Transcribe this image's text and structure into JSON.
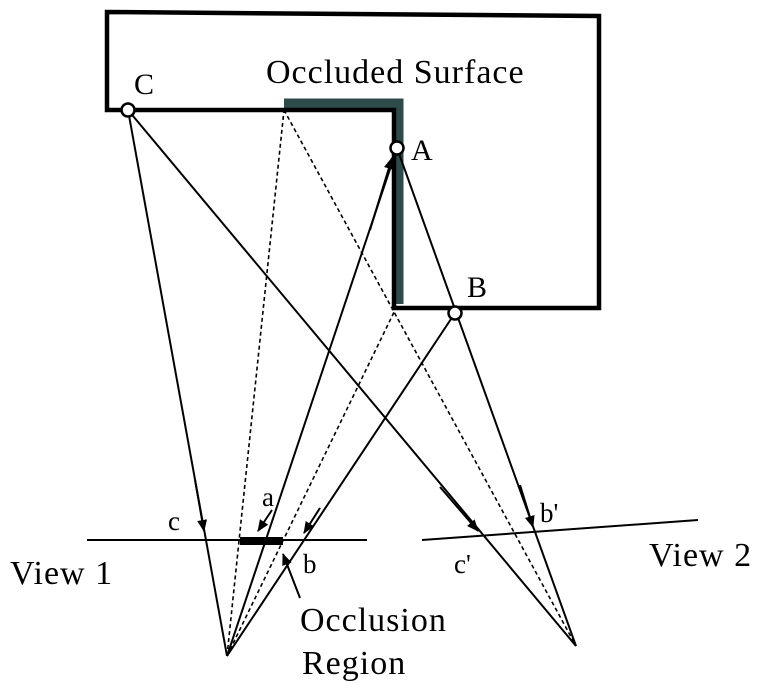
{
  "diagram": {
    "surface_label": "Occluded Surface",
    "points": {
      "A": "A",
      "B": "B",
      "C": "C"
    },
    "view1": {
      "label": "View 1",
      "projections": {
        "a": "a",
        "b": "b",
        "c": "c"
      }
    },
    "view2": {
      "label": "View 2",
      "projections": {
        "b": "b'",
        "c": "c'"
      }
    },
    "occlusion_region": {
      "line1": "Occlusion",
      "line2": "Region"
    },
    "colors": {
      "stroke": "#000000",
      "occluded_band": "#2f4a4a",
      "background": "#ffffff"
    }
  }
}
